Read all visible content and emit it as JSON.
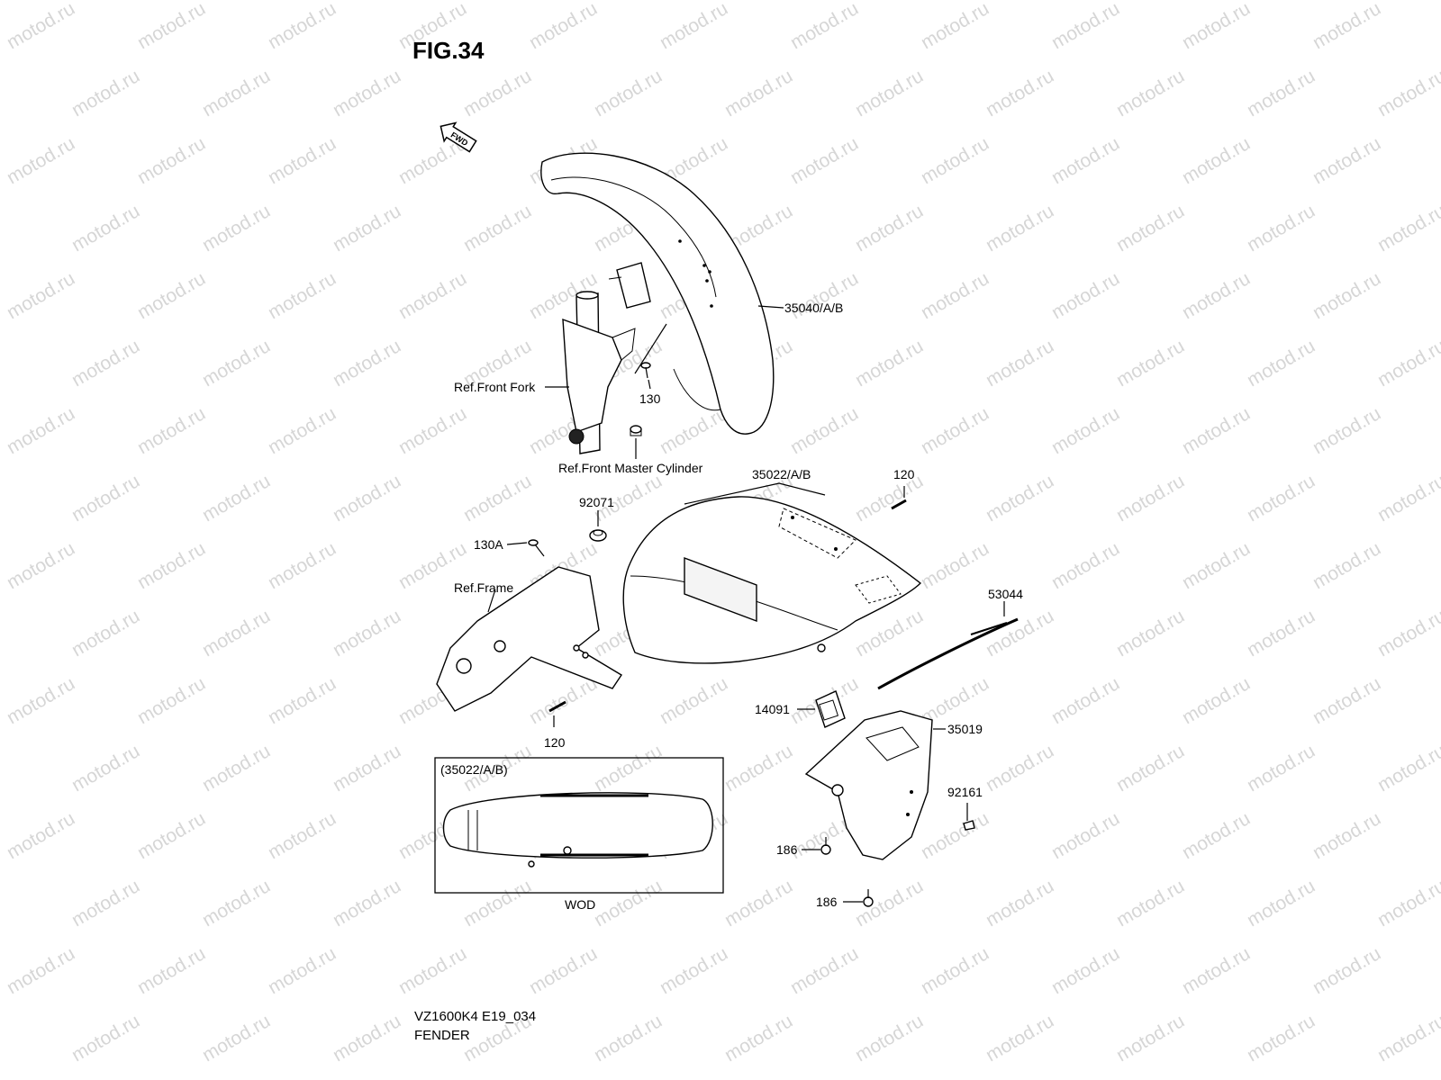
{
  "figure": {
    "title": "FIG.34",
    "fwd_arrow_label": "FWD",
    "watermark_text": "motod.ru",
    "footer_code": "VZ1600K4 E19_034",
    "footer_name": "FENDER"
  },
  "callouts": {
    "front_fender": "35040/A/B",
    "ref_front_fork": "Ref.Front Fork",
    "bolt_130": "130",
    "ref_front_master_cylinder": "Ref.Front Master Cylinder",
    "rear_fender": "35022/A/B",
    "bolt_120_top": "120",
    "cushion_92071": "92071",
    "bolt_130a": "130A",
    "ref_frame": "Ref.Frame",
    "strap_53044": "53044",
    "grommet_14091": "14091",
    "bolt_120_bottom": "120",
    "rear_flap_35019": "35019",
    "clamp_92161": "92161",
    "screw_186_upper": "186",
    "screw_186_lower": "186"
  },
  "inset": {
    "header": "(35022/A/B)",
    "caption": "WOD"
  }
}
